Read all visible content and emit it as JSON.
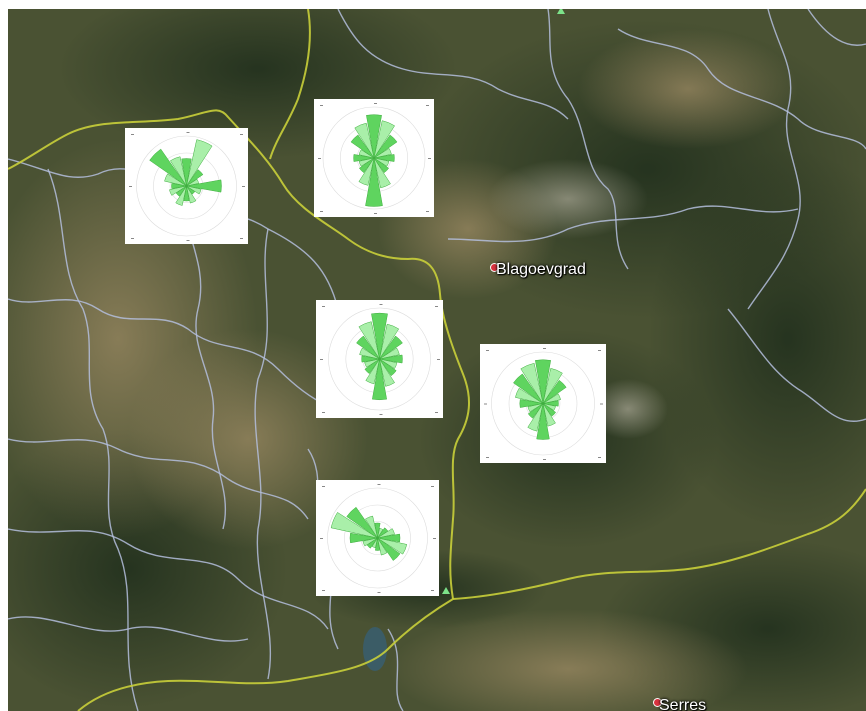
{
  "map": {
    "colors": {
      "terrain_base": "#4a5233",
      "terrain_dark": "#2a3a22",
      "terrain_light": "#8a7d5c",
      "border_national": "#c9cf3a",
      "border_admin": "#b4bedd",
      "lake": "#3b5c66",
      "rose_petal": "#5fd45f",
      "rose_petal_light": "#a9efa9"
    },
    "places": [
      {
        "id": "blagoevgrad",
        "label": "Blagoevgrad"
      },
      {
        "id": "serres",
        "label": "Serres"
      }
    ],
    "wind_roses": [
      {
        "id": "rose-1",
        "petals": [
          0.55,
          0.95,
          0.4,
          0.25,
          0.7,
          0.3,
          0.2,
          0.35,
          0.3,
          0.4,
          0.25,
          0.35,
          0.3,
          0.45,
          0.9,
          0.6
        ]
      },
      {
        "id": "rose-2",
        "petals": [
          0.85,
          0.75,
          0.55,
          0.35,
          0.4,
          0.3,
          0.35,
          0.6,
          0.95,
          0.55,
          0.35,
          0.3,
          0.4,
          0.3,
          0.55,
          0.7
        ]
      },
      {
        "id": "rose-3",
        "petals": [
          0.9,
          0.7,
          0.55,
          0.4,
          0.45,
          0.35,
          0.4,
          0.55,
          0.8,
          0.5,
          0.35,
          0.3,
          0.35,
          0.4,
          0.55,
          0.75
        ]
      },
      {
        "id": "rose-4",
        "petals": [
          0.85,
          0.7,
          0.55,
          0.35,
          0.3,
          0.25,
          0.3,
          0.45,
          0.7,
          0.55,
          0.35,
          0.3,
          0.45,
          0.55,
          0.7,
          0.8
        ]
      },
      {
        "id": "rose-5",
        "petals": [
          0.3,
          0.2,
          0.25,
          0.35,
          0.45,
          0.6,
          0.55,
          0.35,
          0.25,
          0.2,
          0.25,
          0.3,
          0.55,
          0.95,
          0.75,
          0.45
        ]
      }
    ]
  }
}
